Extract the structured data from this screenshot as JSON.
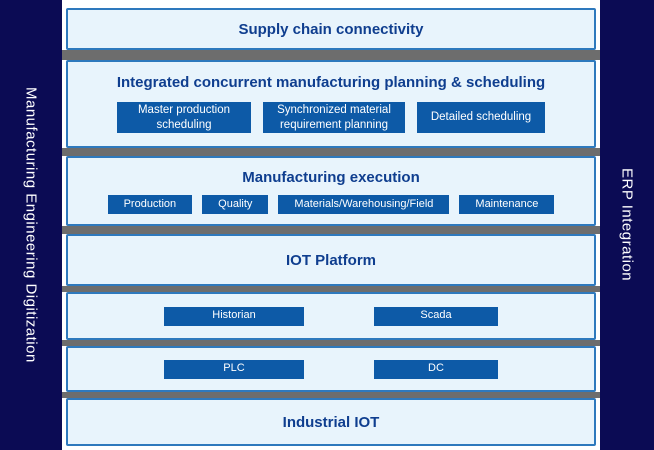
{
  "left_sidebar": {
    "label": "Manufacturing Engineering Digitization"
  },
  "right_sidebar": {
    "label": "ERP Integration"
  },
  "colors": {
    "sidebar_bg": "#0b0b54",
    "panel_bg": "#e8f4fc",
    "panel_border": "#2e79bd",
    "title_text": "#0f3e8f",
    "button_bg": "#0d5aa7",
    "button_text": "#ffffff",
    "gap_bg": "#6d6d6d"
  },
  "layers": [
    {
      "title": "Supply chain connectivity",
      "buttons": []
    },
    {
      "title": "Integrated concurrent manufacturing planning & scheduling",
      "buttons": [
        "Master production scheduling",
        "Synchronized material requirement planning",
        "Detailed scheduling"
      ]
    },
    {
      "title": "Manufacturing execution",
      "buttons": [
        "Production",
        "Quality",
        "Materials/Warehousing/Field",
        "Maintenance"
      ]
    },
    {
      "title": "IOT Platform",
      "buttons": []
    },
    {
      "title": "",
      "buttons": [
        "Historian",
        "Scada"
      ]
    },
    {
      "title": "",
      "buttons": [
        "PLC",
        "DC"
      ]
    },
    {
      "title": "Industrial IOT",
      "buttons": []
    }
  ]
}
